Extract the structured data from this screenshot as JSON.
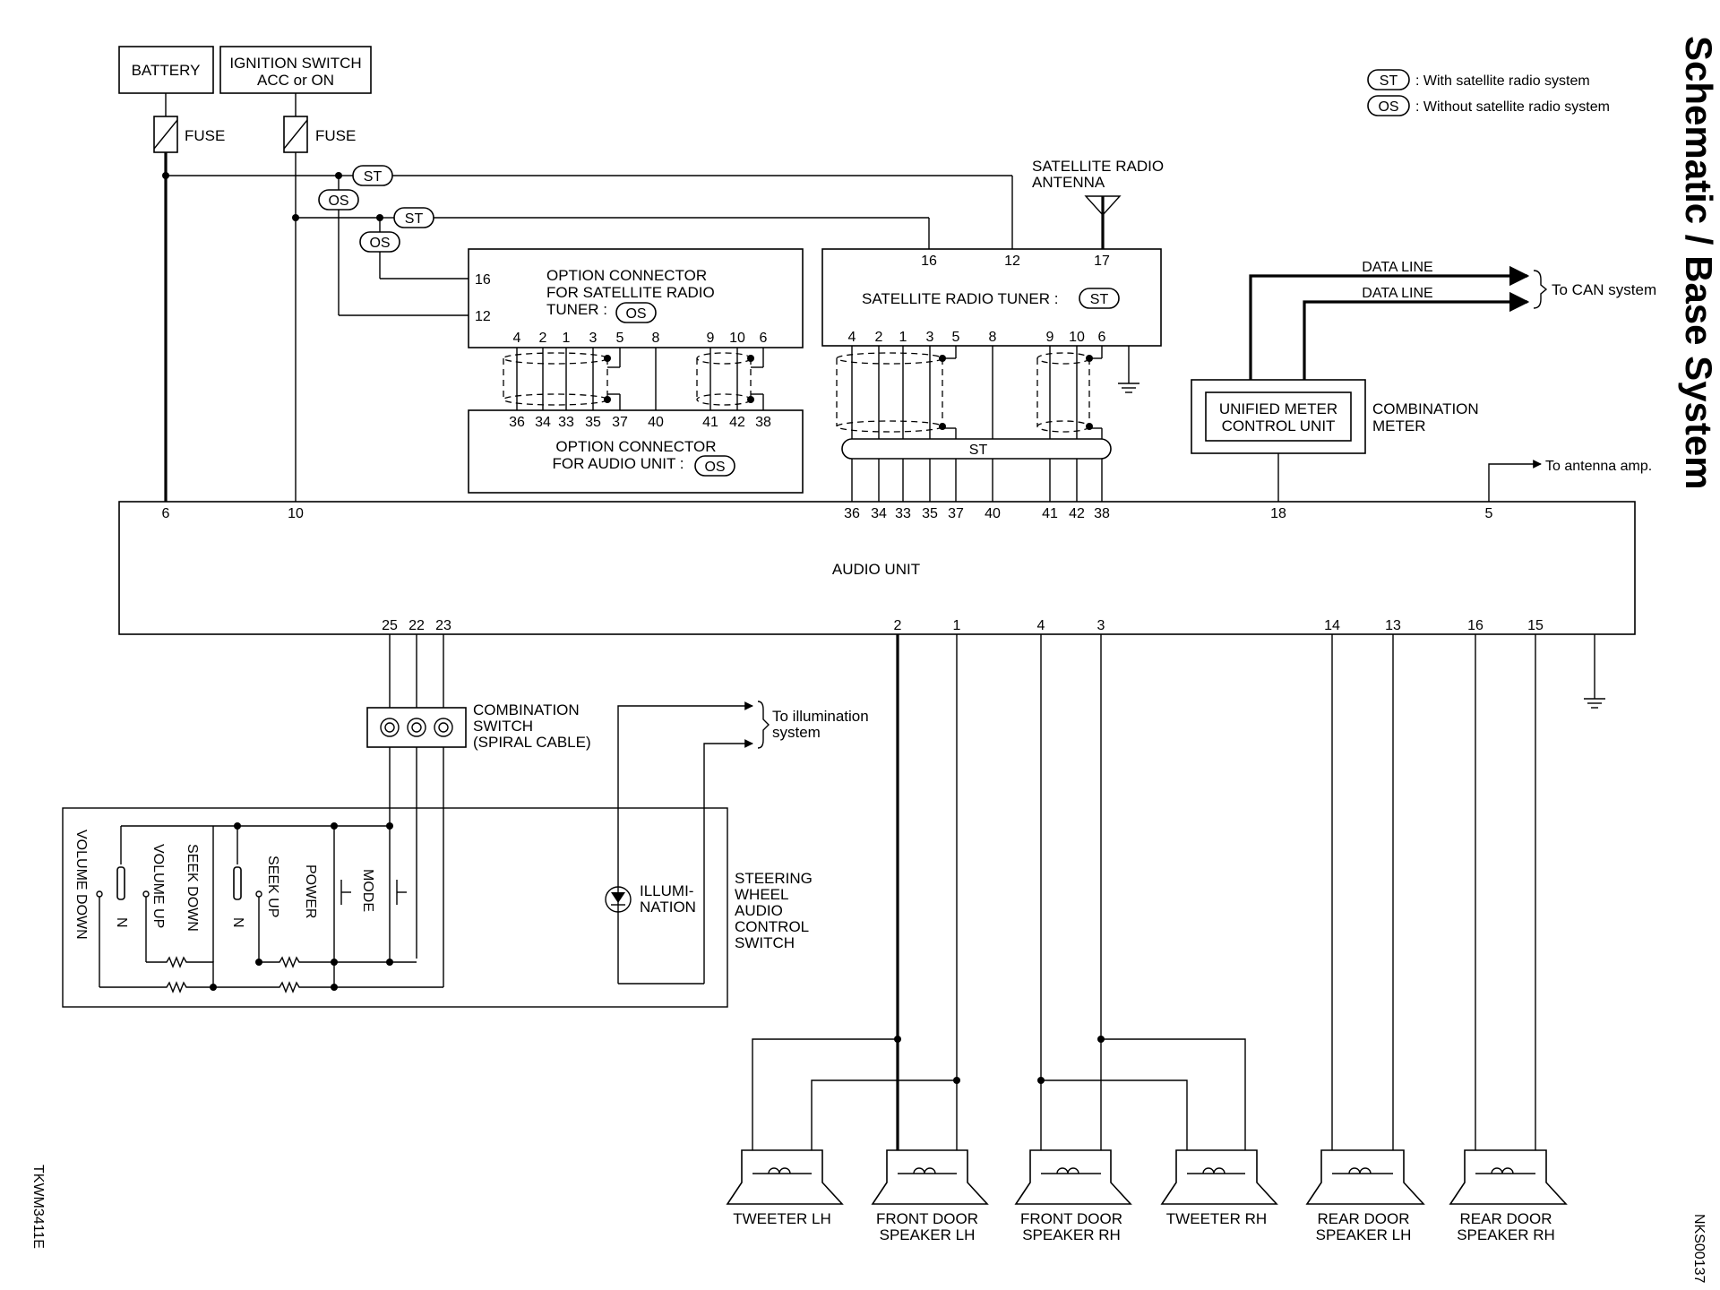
{
  "title": "Schematic / Base System",
  "legend": {
    "st": {
      "tag": "ST",
      "text": ": With satellite radio system"
    },
    "os": {
      "tag": "OS",
      "text": ": Without satellite radio system"
    }
  },
  "power": {
    "battery": "BATTERY",
    "ignition_line1": "IGNITION SWITCH",
    "ignition_line2": "ACC or ON",
    "fuse": "FUSE"
  },
  "option_tuner": {
    "line1": "OPTION CONNECTOR",
    "line2": "FOR SATELLITE RADIO",
    "line3": "TUNER :",
    "tag": "OS",
    "in_pins": [
      "16",
      "12"
    ],
    "pins": [
      "4",
      "2",
      "1",
      "3",
      "5",
      "8",
      "9",
      "10",
      "6"
    ]
  },
  "option_audio": {
    "line1": "OPTION CONNECTOR",
    "line2": "FOR AUDIO UNIT :",
    "tag": "OS",
    "pins": [
      "36",
      "34",
      "33",
      "35",
      "37",
      "40",
      "41",
      "42",
      "38"
    ]
  },
  "sat_tuner": {
    "label": "SATELLITE RADIO TUNER :",
    "tag": "ST",
    "top_pins": [
      "16",
      "12",
      "17"
    ],
    "pins": [
      "4",
      "2",
      "1",
      "3",
      "5",
      "8",
      "9",
      "10",
      "6"
    ],
    "harness_tag": "ST"
  },
  "antenna": {
    "line1": "SATELLITE RADIO",
    "line2": "ANTENNA"
  },
  "meter": {
    "unit_line1": "UNIFIED METER",
    "unit_line2": "CONTROL UNIT",
    "label_line1": "COMBINATION",
    "label_line2": "METER"
  },
  "data_line": "DATA LINE",
  "can": "To CAN system",
  "antenna_amp": "To antenna amp.",
  "audio_unit": {
    "label": "AUDIO UNIT",
    "top_pins": [
      "6",
      "10",
      "36",
      "34",
      "33",
      "35",
      "37",
      "40",
      "41",
      "42",
      "38",
      "18",
      "5"
    ],
    "bottom_pins": [
      "25",
      "22",
      "23",
      "2",
      "1",
      "4",
      "3",
      "14",
      "13",
      "16",
      "15"
    ]
  },
  "combination_switch": {
    "line1": "COMBINATION",
    "line2": "SWITCH",
    "line3": "(SPIRAL CABLE)"
  },
  "illumination": {
    "to_line1": "To illumination",
    "to_line2": "system",
    "lamp_line1": "ILLUMI-",
    "lamp_line2": "NATION"
  },
  "steering_switch": {
    "line1": "STEERING",
    "line2": "WHEEL",
    "line3": "AUDIO",
    "line4": "CONTROL",
    "line5": "SWITCH",
    "buttons": [
      "VOLUME DOWN",
      "VOLUME UP",
      "SEEK DOWN",
      "SEEK UP",
      "POWER",
      "MODE"
    ],
    "n_label": "N"
  },
  "speakers": [
    {
      "line1": "TWEETER LH",
      "line2": ""
    },
    {
      "line1": "FRONT DOOR",
      "line2": "SPEAKER LH"
    },
    {
      "line1": "FRONT DOOR",
      "line2": "SPEAKER RH"
    },
    {
      "line1": "TWEETER RH",
      "line2": ""
    },
    {
      "line1": "REAR DOOR",
      "line2": "SPEAKER LH"
    },
    {
      "line1": "REAR DOOR",
      "line2": "SPEAKER RH"
    }
  ],
  "code_left": "TKWM3411E",
  "code_right": "NKS00137"
}
